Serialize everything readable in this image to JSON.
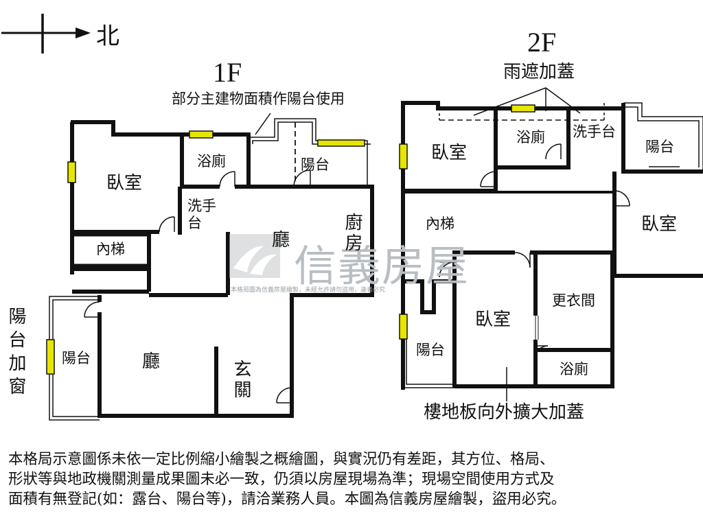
{
  "compass": {
    "label": "北"
  },
  "floor1": {
    "title": "1F",
    "note": "部分主建物面積作陽台使用",
    "rooms": {
      "bedroom": "臥室",
      "bathroom": "浴廁",
      "balcony_top": "陽台",
      "washbasin": "洗手台",
      "stairs": "內梯",
      "living_upper": "廳",
      "kitchen": "廚房",
      "balcony_left": "陽台",
      "living_lower": "廳",
      "entrance": "玄關"
    },
    "side_label": "陽台加窗"
  },
  "floor2": {
    "title": "2F",
    "canopy_note": "雨遮加蓋",
    "rooms": {
      "bedroom_nw": "臥室",
      "bathroom_n": "浴廁",
      "washbasin": "洗手台",
      "balcony_ne": "陽台",
      "stairs": "內梯",
      "bedroom_e": "臥室",
      "bedroom_c": "臥室",
      "closet": "更衣間",
      "balcony_sw": "陽台",
      "bathroom_s": "浴廁"
    },
    "floor_note": "樓地板向外擴大加蓋"
  },
  "watermark": {
    "brand": "信義房屋",
    "notice": "本格局圖為信義房屋繪製，未經允許請勿盜用，違者必究"
  },
  "disclaimer": [
    "本格局示意圖係未依一定比例縮小繪製之概繪圖，與實況仍有差距，其方位、格局、",
    "形狀等與地政機關測量成果圖未必一致，仍須以房屋現場為準；現場空間使用方式及",
    "面積有無登記(如：露台、陽台等)，請洽業務人員。本圖為信義房屋繪製，盜用必究。"
  ],
  "colors": {
    "wall": "#111111",
    "window": "#e6e600",
    "watermark": "#b9bec4"
  }
}
